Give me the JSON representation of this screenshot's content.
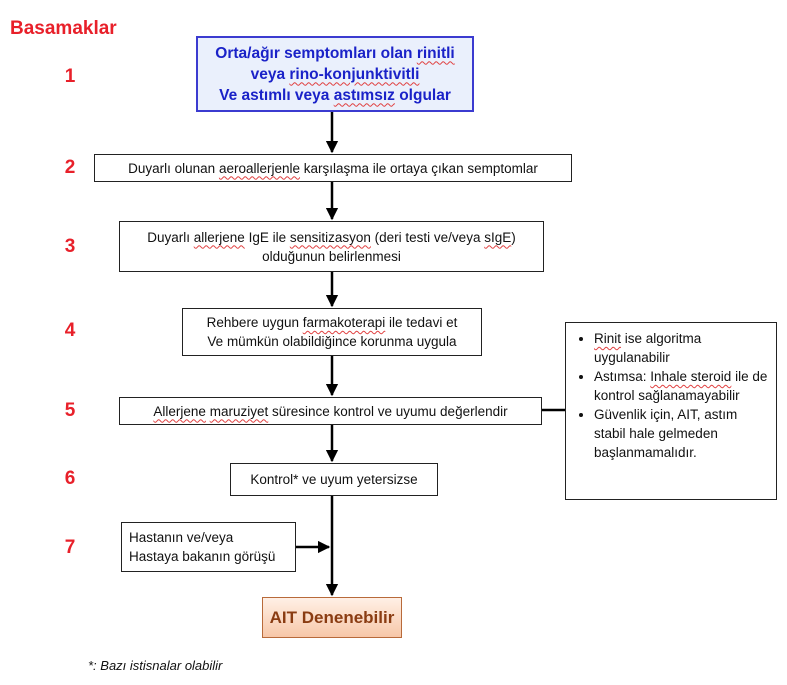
{
  "title": "Basamaklar",
  "steps": [
    "1",
    "2",
    "3",
    "4",
    "5",
    "6",
    "7"
  ],
  "box1": {
    "line1_pre": "Orta/ağır semptomları olan ",
    "line1_sq": "rinitli",
    "line2_pre": "veya ",
    "line2_sq": "rino-konjunktivitli",
    "line3_pre": "Ve astımlı veya ",
    "line3_sq": "astımsız",
    "line3_post": " olgular"
  },
  "box2": {
    "pre": "Duyarlı olunan ",
    "sq": "aeroallerjenle",
    "post": " karşılaşma ile ortaya çıkan semptomlar"
  },
  "box3": {
    "line1_a": "Duyarlı ",
    "line1_sq1": "allerjene",
    "line1_b": " IgE ile ",
    "line1_sq2": "sensitizasyon",
    "line1_c": " (deri testi ve/veya ",
    "line1_sq3": "sIgE",
    "line1_d": ")",
    "line2": "olduğunun belirlenmesi"
  },
  "box4": {
    "line1_pre": "Rehbere uygun ",
    "line1_sq": "farmakoterapi",
    "line1_post": " ile tedavi et",
    "line2": "Ve mümkün olabildiğince korunma uygula"
  },
  "box5": {
    "sq1": "Allerjene",
    "sp": " ",
    "sq2": "maruziyet",
    "post": " süresince kontrol ve uyumu değerlendir"
  },
  "box6": "Kontrol* ve uyum yetersizse",
  "box7": {
    "line1": "Hastanın ve/veya",
    "line2": "Hastaya bakanın görüşü"
  },
  "box_end": "AIT Denenebilir",
  "side_note": {
    "item1_sq": "Rinit",
    "item1_post": " ise algoritma uygulanabilir",
    "item2_pre": "Astımsa:  ",
    "item2_sq": "Inhale steroid",
    "item2_post": " ile de kontrol sağlanamayabilir",
    "item3": " Güvenlik için, AIT, astım stabil hale gelmeden başlanmamalıdır."
  },
  "footnote": "*: Bazı istisnalar olabilir",
  "colors": {
    "step_number": "#e8202a",
    "start_border": "#3b3bd0",
    "start_text": "#1a22c8",
    "end_fill": "#f7c7a8",
    "end_text": "#8a3c12"
  }
}
